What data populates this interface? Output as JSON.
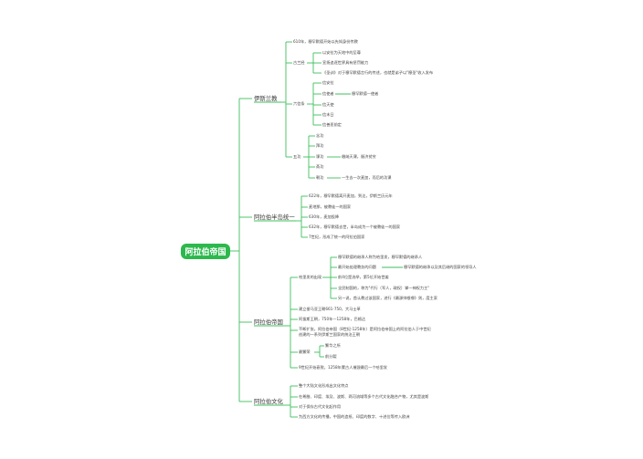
{
  "root": "阿拉伯帝国",
  "branches": [
    {
      "label": "伊斯兰教",
      "children": [
        {
          "label": "610年，穆罕默德开始以先知身份传教"
        },
        {
          "label": "古兰经",
          "children": [
            {
              "label": "以安拉为天地中的至尊"
            },
            {
              "label": "宣扬追逐世界具有惩罚能力"
            },
            {
              "label": "《圣训》对于穆罕默德言行的传述，也就是弟子以\"穆圣\"收入发布"
            }
          ]
        },
        {
          "label": "六信条",
          "children": [
            {
              "label": "信安拉"
            },
            {
              "label": "信使者",
              "children": [
                {
                  "label": "穆罕默德—使者"
                }
              ]
            },
            {
              "label": "信天使"
            },
            {
              "label": "信末日"
            },
            {
              "label": "信善恶前定"
            }
          ]
        },
        {
          "label": "五功",
          "children": [
            {
              "label": "念功"
            },
            {
              "label": "拜功"
            },
            {
              "label": "课功",
              "children": [
                {
                  "label": "缴纳天课，赈济贫穷"
                }
              ]
            },
            {
              "label": "斋功"
            },
            {
              "label": "朝功",
              "children": [
                {
                  "label": "一生去一次麦加，而后的功课"
                }
              ]
            }
          ]
        }
      ]
    },
    {
      "label": "阿拉伯半岛统一",
      "children": [
        {
          "label": "622年，穆罕默德离开麦加，到达，伊斯兰历元年"
        },
        {
          "label": "麦地那，被教徒一的国家"
        },
        {
          "label": "630年，麦加投降"
        },
        {
          "label": "632年，穆罕默德去世，半岛成为一个被教徒一的国家"
        },
        {
          "label": "7世纪，形成了统一的阿拉伯国家"
        }
      ]
    },
    {
      "label": "阿拉伯帝国",
      "children": [
        {
          "label": "哈里发的出现",
          "children": [
            {
              "label": "穆罕默德的继承人称为哈里发，穆罕默德的继承人"
            },
            {
              "label": "最开始处理教务的问题",
              "children": [
                {
                  "label": "穆罕默德的继承以及其后继的国家的领导人"
                }
              ]
            },
            {
              "label": "前4位是选举，第5位开始世袭"
            },
            {
              "label": "全民制国的，称为\"代行（军人，政权）掌一神权力主\""
            },
            {
              "label": "另一说，首认教过该国家，进行《最源帅根哪》则，度主家"
            }
          ]
        },
        {
          "label": "建立倭马亚王朝661-750，大马士革"
        },
        {
          "label": "阿拔斯王朝，750年—1258年，巴格达"
        },
        {
          "label": "不断扩张，阿拉伯帝国（8世纪-1258年）是阿拉伯帝国上的阿拉伯人于中世纪创建的一系列伊斯兰国家的统治王朝"
        },
        {
          "label": "最繁荣",
          "children": [
            {
              "label": "繁华之所"
            },
            {
              "label": "前分裂"
            }
          ]
        },
        {
          "label": "9世纪开始衰败，1258年蒙古人摧毁最后一个哈里发"
        }
      ]
    },
    {
      "label": "阿拉伯文化",
      "children": [
        {
          "label": "整个大陆文化形成出文化特点"
        },
        {
          "label": "在希腊、印度、埃及、波斯、两河流域等多个古代文化融合产物，尤其是波斯"
        },
        {
          "label": "对于保存古代文化起作用"
        },
        {
          "label": "为西方文化的传播，中国的造纸、印度的数字、十进位等传入欧洲"
        }
      ]
    }
  ]
}
